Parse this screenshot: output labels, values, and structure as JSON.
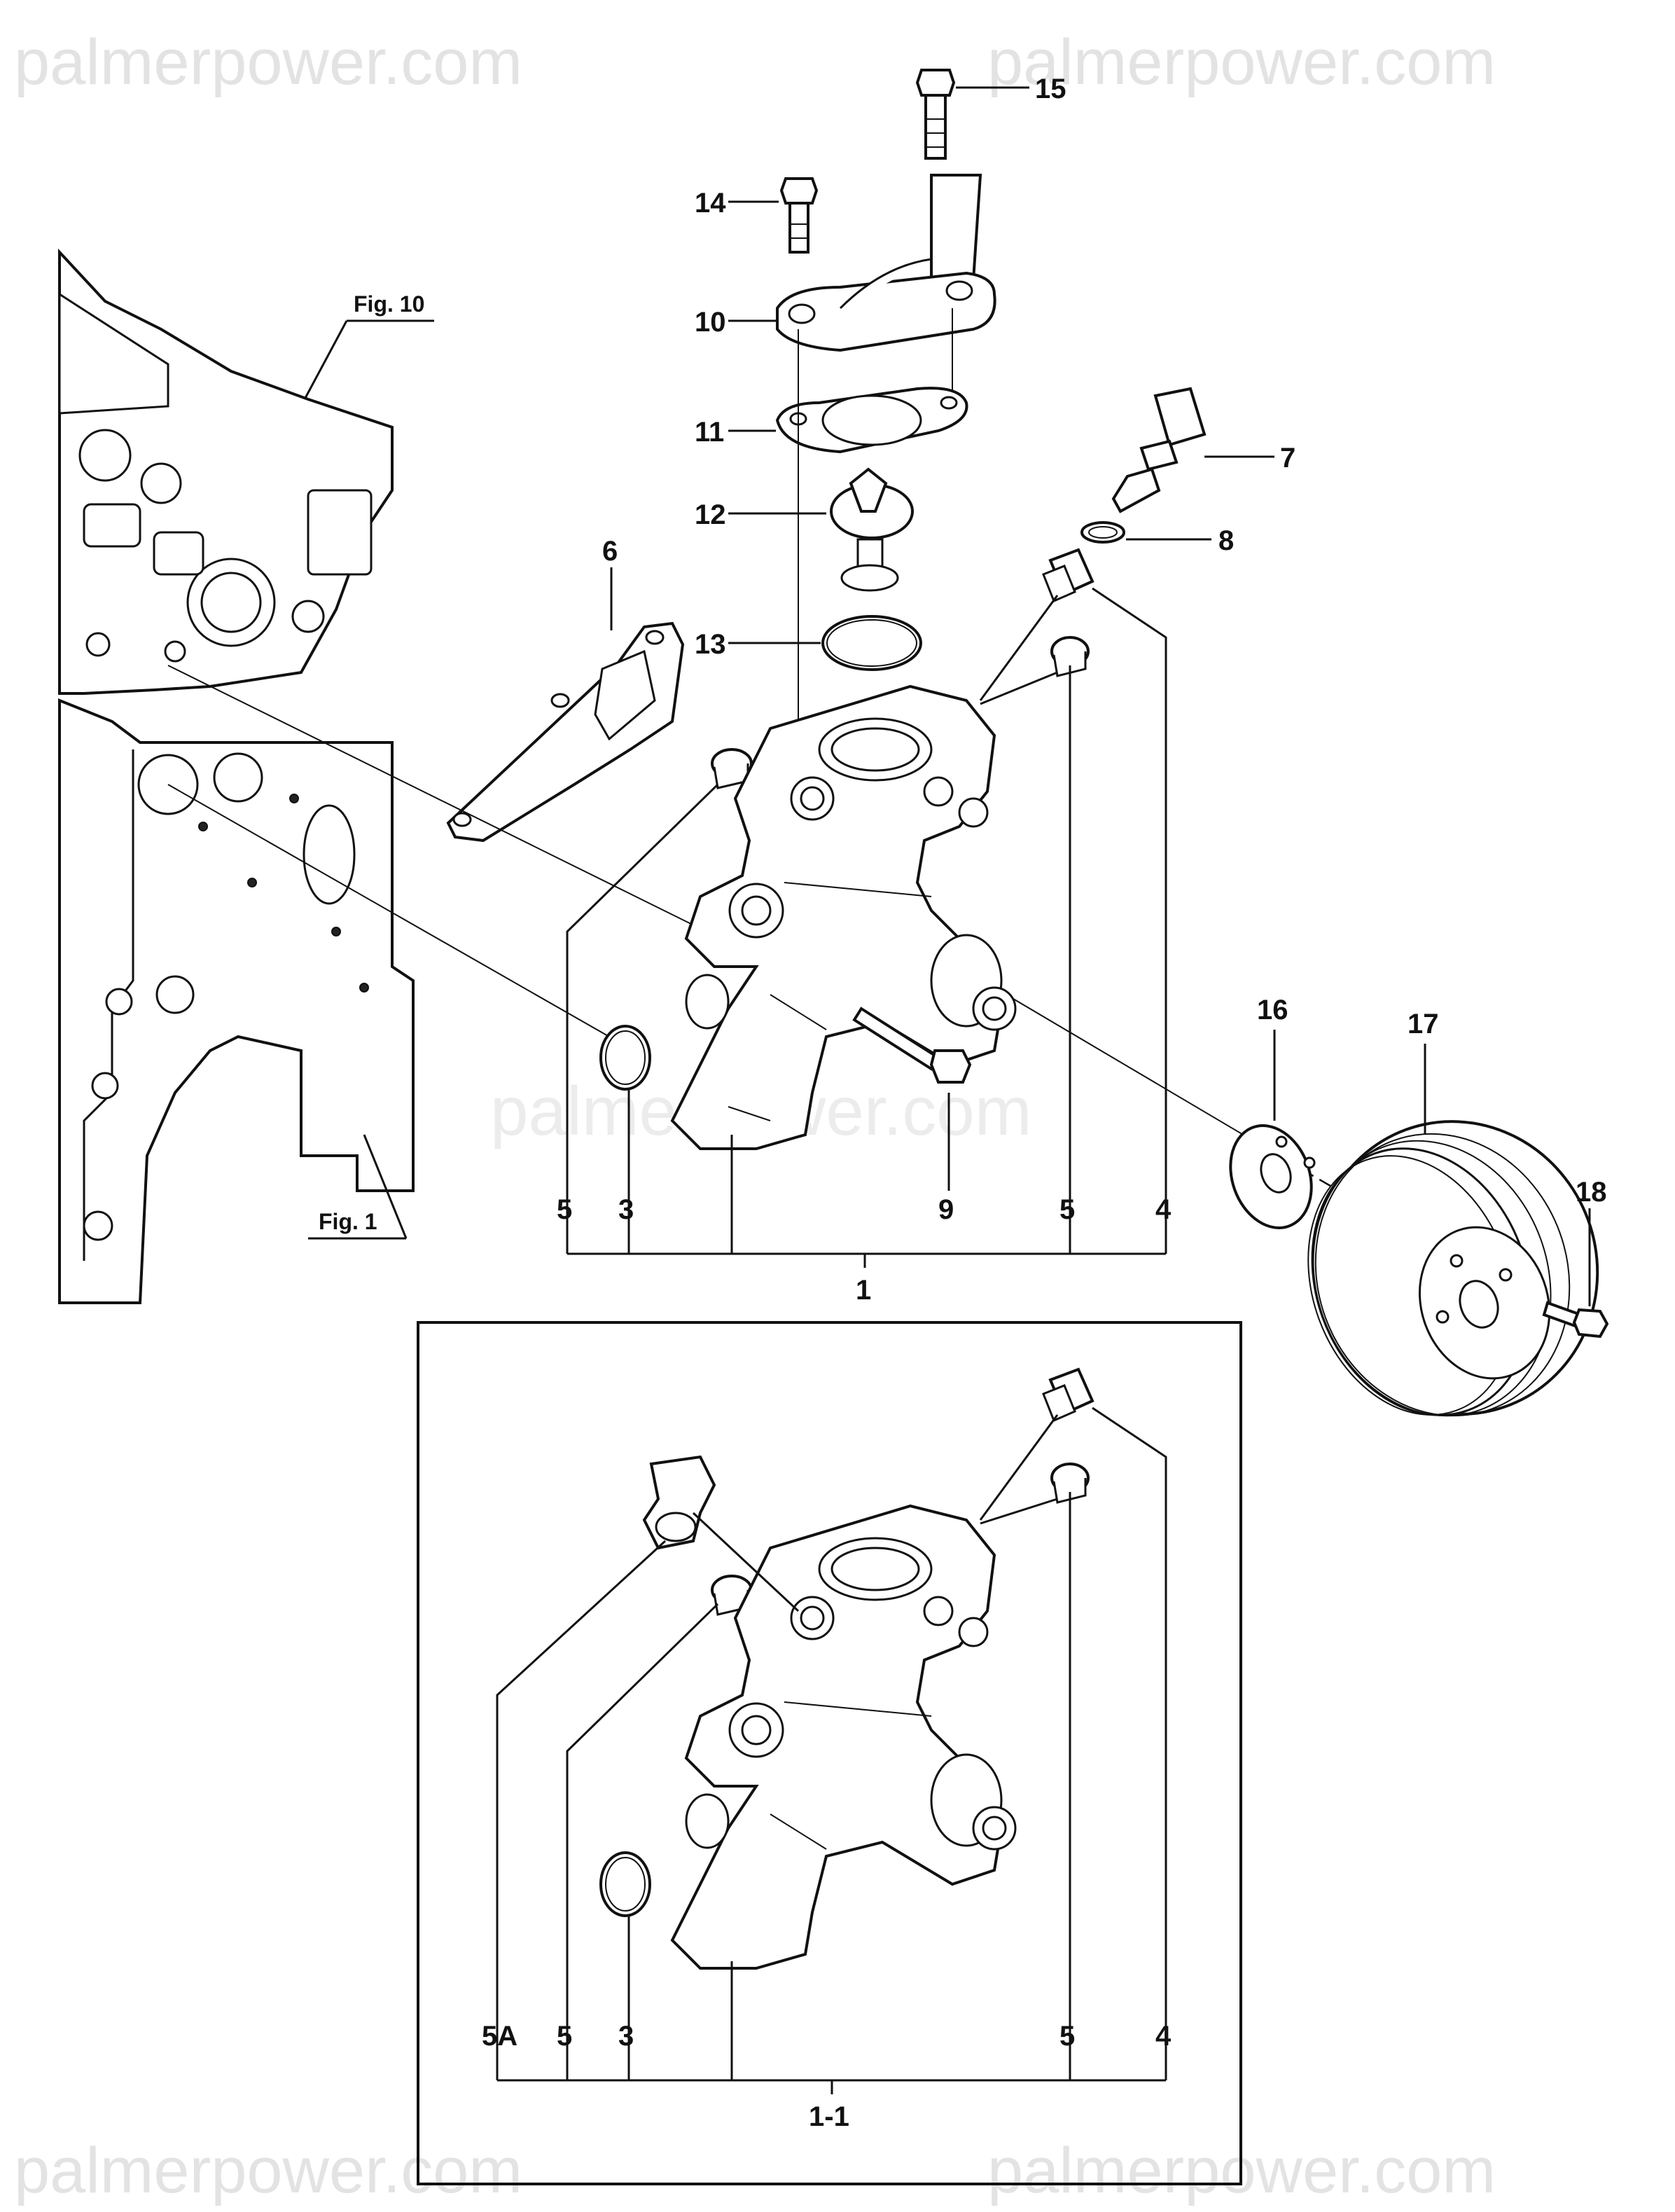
{
  "watermarks": {
    "top_left": "palmerpower.com",
    "top_right": "palmerpower.com",
    "middle": "palmerpower.com",
    "bottom_left": "palmerpower.com",
    "bottom_right": "palmerpower.com"
  },
  "figure_refs": {
    "fig10": "Fig. 10",
    "fig1": "Fig. 1"
  },
  "callouts": {
    "main": {
      "c15": "15",
      "c14": "14",
      "c10": "10",
      "c11": "11",
      "c12": "12",
      "c13": "13",
      "c7": "7",
      "c8": "8",
      "c6": "6",
      "c16": "16",
      "c17": "17",
      "c18": "18",
      "c9": "9",
      "c5a": "5",
      "c3": "3",
      "c5b": "5",
      "c4": "4",
      "c1": "1"
    },
    "inset": {
      "c5A": "5A",
      "c5a": "5",
      "c3": "3",
      "c5b": "5",
      "c4": "4",
      "c11": "1-1"
    }
  }
}
